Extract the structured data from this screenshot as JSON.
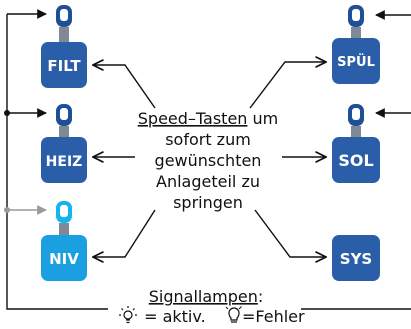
{
  "buttons": {
    "filt": {
      "label": "FILT"
    },
    "heiz": {
      "label": "HEIZ"
    },
    "niv": {
      "label": "NIV"
    },
    "spul": {
      "label": "SPÜL"
    },
    "sol": {
      "label": "SOL"
    },
    "sys": {
      "label": "SYS"
    }
  },
  "center": {
    "line1_link": "Speed–Tasten",
    "line1_rest": " um",
    "line2": "sofort zum",
    "line3": "gewünschten",
    "line4": "Anlageteil zu",
    "line5": "springen"
  },
  "legend": {
    "title": "Signallampen",
    "title_colon": ":",
    "active_text": " = aktiv. ",
    "error_text": "=Fehler"
  },
  "colors": {
    "button_blue": "#2b5ea8",
    "niv_blue": "#1aa0e0",
    "lamp_dark": "#1f4f96",
    "lamp_cyan": "#14b4ee",
    "stem_gray": "#7f8a96",
    "line": "#111111",
    "line_gray": "#9a9a9a"
  }
}
